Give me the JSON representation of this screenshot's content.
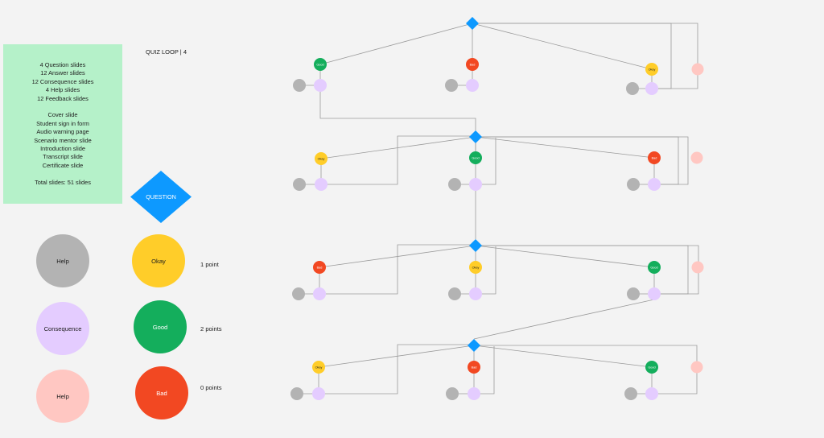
{
  "summary": {
    "lines_a": [
      "4 Question slides",
      "12 Answer slides",
      "12 Consequence slides",
      "4 Help slides",
      "12 Feedback slides"
    ],
    "lines_b": [
      "Cover slide",
      "Student sign in form",
      "Audio warning page",
      "Scenario mentor slide",
      "Introduction slide",
      "Transcript slide",
      "Certificate slide"
    ],
    "total": "Total slides: 51  slides"
  },
  "title": "QUIZ LOOP | 4",
  "legend": {
    "question": "QUESTION",
    "help": "Help",
    "consequence": "Consequence",
    "help2": "Help",
    "okay": "Okay",
    "good": "Good",
    "bad": "Bad",
    "okay_points": "1 point",
    "good_points": "2 points",
    "bad_points": "0 points"
  },
  "colors": {
    "help": "#b3b3b3",
    "consequence": "#e4ccff",
    "help_pink": "#ffc7c2",
    "okay": "#ffcd29",
    "good": "#14ae5c",
    "bad": "#f24822",
    "question": "#0d99ff",
    "summary_bg": "#b5f1c9"
  },
  "loops": [
    {
      "answers": [
        "Good",
        "Bad",
        "Okay"
      ]
    },
    {
      "answers": [
        "Okay",
        "Good",
        "Bad"
      ]
    },
    {
      "answers": [
        "Bad",
        "Okay",
        "Good"
      ]
    },
    {
      "answers": [
        "Okay",
        "Bad",
        "Good"
      ]
    }
  ]
}
